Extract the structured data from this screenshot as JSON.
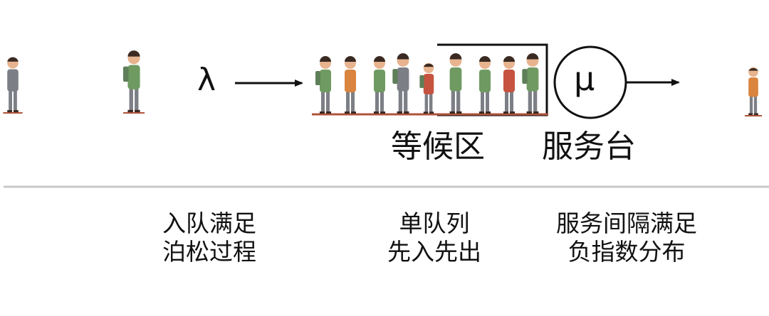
{
  "diagram": {
    "arrival_rate_symbol": "λ",
    "service_rate_symbol": "μ",
    "waiting_area_label": "等候区",
    "service_desk_label": "服务台",
    "notes": {
      "arrival": {
        "line1": "入队满足",
        "line2": "泊松过程"
      },
      "queue": {
        "line1": "单队列",
        "line2": "先入先出"
      },
      "service": {
        "line1": "服务间隔满足",
        "line2": "负指数分布"
      }
    }
  },
  "colors": {
    "ink": "#111111",
    "divider": "#c8c8c8",
    "ground": "#b0533a",
    "shirt_green": "#6f9a61",
    "shirt_orange": "#d9843f",
    "shirt_red": "#c5533f",
    "pants_gray": "#7d7f86",
    "skin": "#e7b48f",
    "hair": "#3a2a22",
    "backpack": "#5f7f59"
  }
}
